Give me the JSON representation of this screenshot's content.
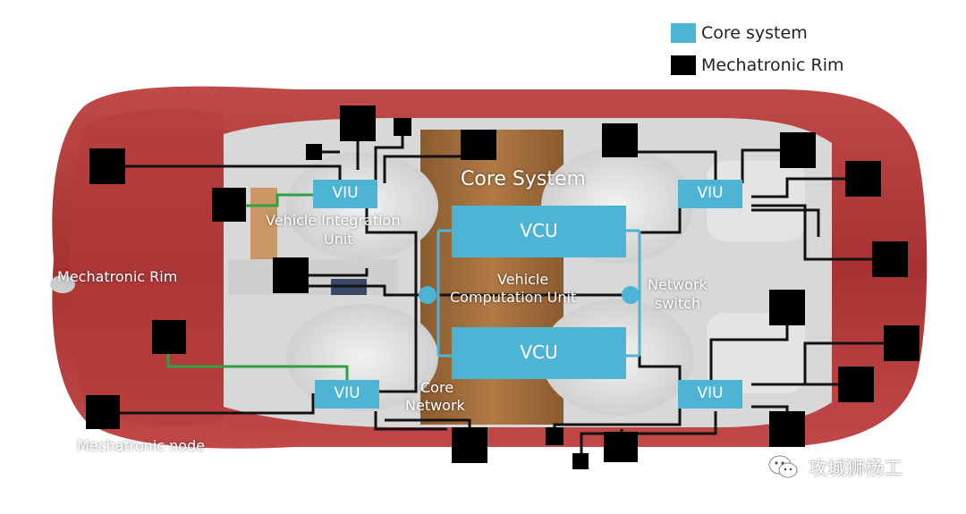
{
  "legend": {
    "core_label": "Core system",
    "rim_label": "Mechatronic Rim",
    "core_color": "#4db4d6",
    "rim_color": "#000000"
  },
  "labels": {
    "core_system": "Core System",
    "viu": "VIU",
    "vcu": "VCU",
    "vehicle_integration_1": "Vehicle Integration",
    "vehicle_integration_2": "Unit",
    "mechatronic_rim": "Mechatronic Rim",
    "vehicle_computation_1": "Vehicle",
    "vehicle_computation_2": "Computation Unit",
    "network_switch_1": "Network",
    "network_switch_2": "switch",
    "core_network_1": "Core",
    "core_network_2": "Network",
    "mechatronic_node": "Mechatronic node"
  },
  "watermark": {
    "text": "攻城狮杨工",
    "icon": "wechat-icon"
  },
  "colors": {
    "car_body": "#b8393a",
    "box_blue": "#4db4d6",
    "node_black": "#000000",
    "green_wire": "#2ea043"
  }
}
